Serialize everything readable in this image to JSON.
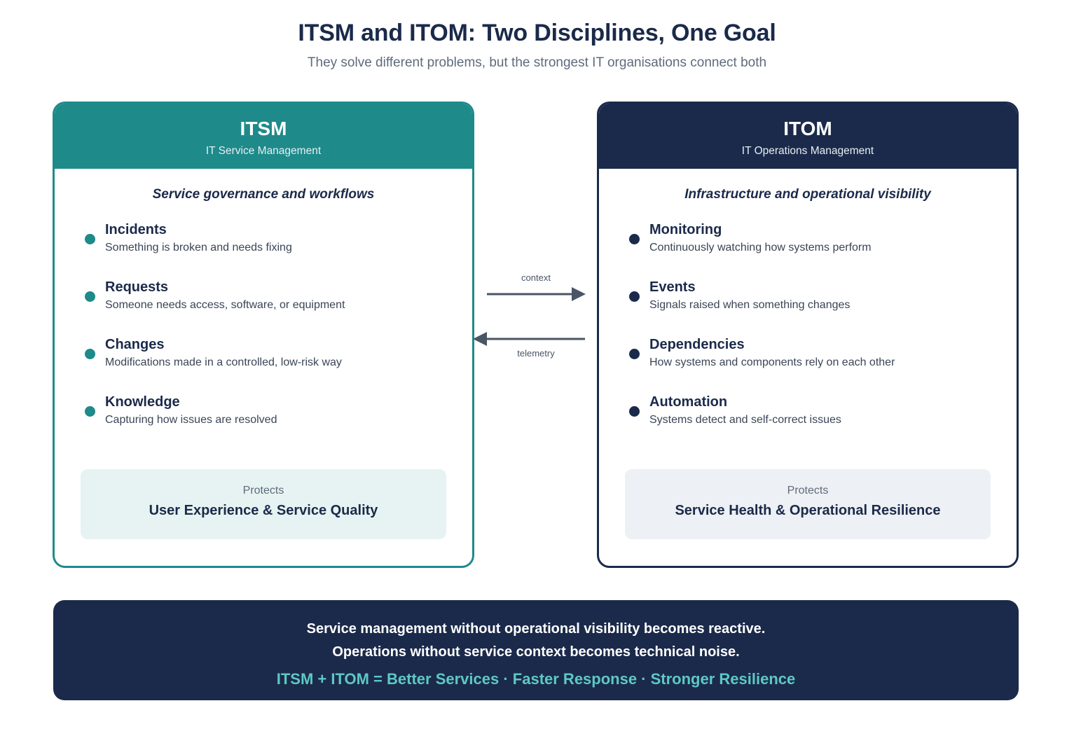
{
  "header": {
    "title": "ITSM and ITOM: Two Disciplines, One Goal",
    "subtitle": "They solve different problems, but the strongest IT organisations connect both"
  },
  "itsm": {
    "title": "ITSM",
    "subtitle": "IT Service Management",
    "tagline": "Service governance and workflows",
    "items": [
      {
        "title": "Incidents",
        "desc": "Something is broken and needs fixing"
      },
      {
        "title": "Requests",
        "desc": "Someone needs access, software, or equipment"
      },
      {
        "title": "Changes",
        "desc": "Modifications made in a controlled, low-risk way"
      },
      {
        "title": "Knowledge",
        "desc": "Capturing how issues are resolved"
      }
    ],
    "protects_label": "Protects",
    "protects_value": "User Experience & Service Quality"
  },
  "itom": {
    "title": "ITOM",
    "subtitle": "IT Operations Management",
    "tagline": "Infrastructure and operational visibility",
    "items": [
      {
        "title": "Monitoring",
        "desc": "Continuously watching how systems perform"
      },
      {
        "title": "Events",
        "desc": "Signals raised when something changes"
      },
      {
        "title": "Dependencies",
        "desc": "How systems and components rely on each other"
      },
      {
        "title": "Automation",
        "desc": "Systems detect and self-correct issues"
      }
    ],
    "protects_label": "Protects",
    "protects_value": "Service Health & Operational Resilience"
  },
  "flows": {
    "context_label": "context",
    "telemetry_label": "telemetry"
  },
  "banner": {
    "line1": "Service management without operational visibility becomes reactive.",
    "line2": "Operations without service context becomes technical noise.",
    "highlight": "ITSM + ITOM = Better Services · Faster Response · Stronger Resilience"
  },
  "colors": {
    "teal": "#1e8a8a",
    "navy": "#1b2a4a",
    "highlight": "#5ec8c4"
  }
}
